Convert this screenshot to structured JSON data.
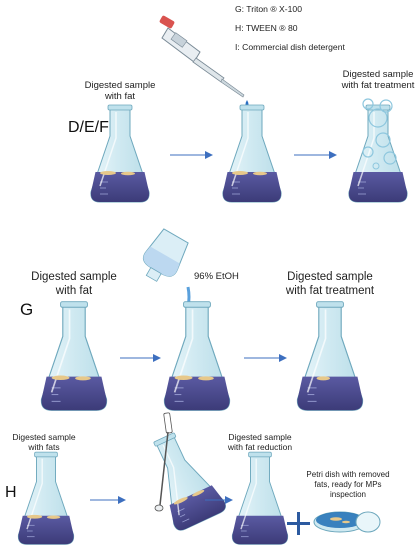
{
  "legend": {
    "g": "G: Triton ® X-100",
    "h": "H: TWEEN ® 80",
    "i": "I: Commercial dish detergent"
  },
  "panel_def": {
    "letter": "D/E/F",
    "label_left": "Digested sample with fat",
    "label_right": "Digested sample with fat treatment"
  },
  "panel_g": {
    "letter": "G",
    "reagent": "96% EtOH",
    "label_left": "Digested sample with fat",
    "label_right": "Digested sample with fat treatment"
  },
  "panel_h": {
    "letter": "H",
    "label_left": "Digested sample with fats",
    "label_mid": "Digested sample with fat reduction",
    "label_right": "Petri dish with removed fats, ready for MPs inspection"
  },
  "colors": {
    "liquid": "#4b4a8f",
    "glass": "#cfe9f1",
    "fat": "#e7c88a",
    "arrow": "#3d6fbf",
    "plus": "#2c5aa0"
  }
}
